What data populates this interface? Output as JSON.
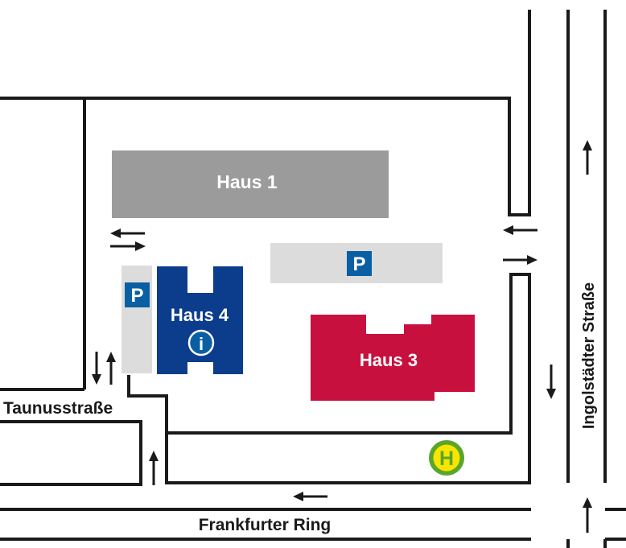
{
  "streets": {
    "frankfurter_ring": "Frankfurter Ring",
    "taunusstrasse": "Taunusstraße",
    "ingolstaedter_strasse": "Ingolstädter Straße"
  },
  "buildings": {
    "haus1": "Haus 1",
    "haus3": "Haus 3",
    "haus4": "Haus 4"
  },
  "symbols": {
    "parking": "P",
    "info": "i",
    "bus_stop": "H"
  },
  "colors": {
    "road_line": "#1a1a1a",
    "haus1": "#9b9b9b",
    "haus3": "#c8103e",
    "haus4": "#0c3c8c",
    "parking_area": "#dcdcdc",
    "parking_sign": "#0a5fa3",
    "bus_stop_fill": "#f7e600",
    "bus_stop_ring": "#5aa52b"
  },
  "icons": {
    "parking": "parking-sign-icon",
    "info": "info-icon",
    "bus_stop": "bus-stop-icon",
    "direction_arrow": "arrow-icon"
  }
}
